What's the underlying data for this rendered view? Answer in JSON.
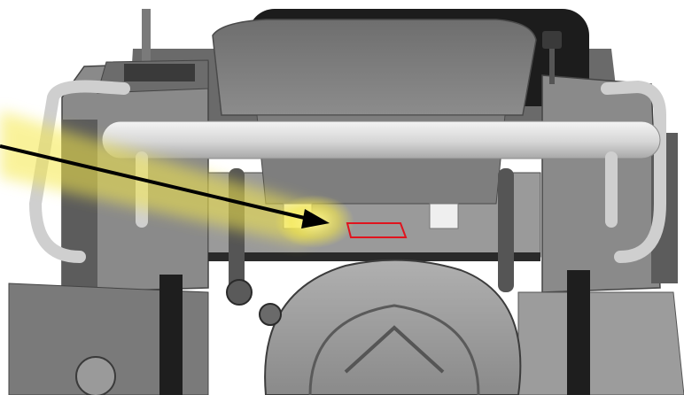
{
  "figure": {
    "kind": "technical-illustration",
    "subject": "mower-seat-and-frame-rear-view",
    "callout": {
      "marker": "label-location-outline",
      "marker_color": "#e0141e",
      "arrow_color": "#000000",
      "glow_color": "#f5e84a"
    }
  }
}
